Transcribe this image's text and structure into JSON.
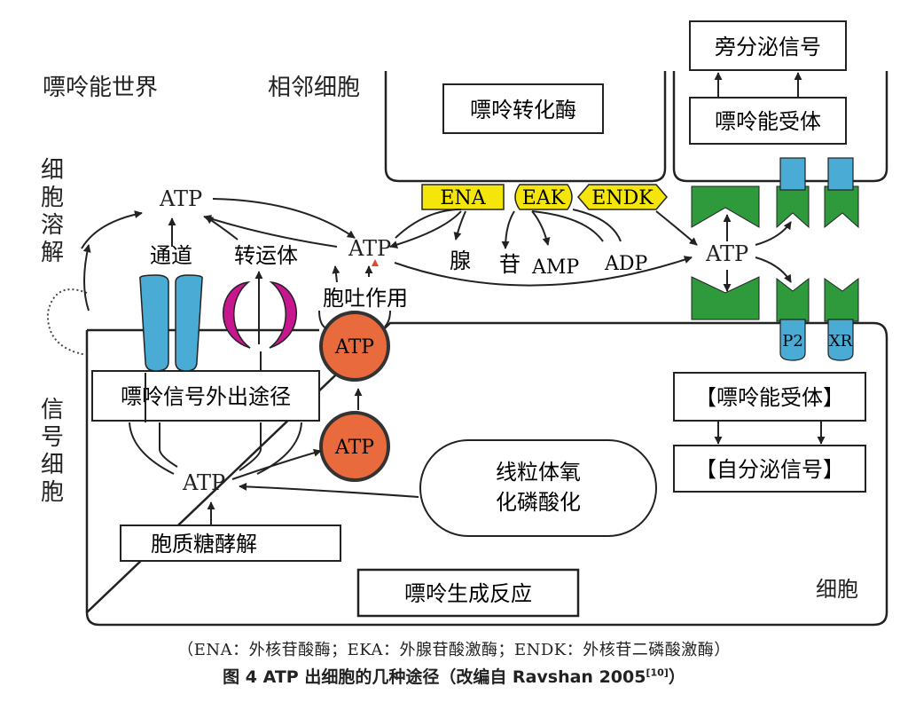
{
  "regions": {
    "purinergic_world": "嘌呤能世界",
    "neighbor_cell": "相邻细胞",
    "lysis_chars": [
      "细",
      "胞",
      "溶",
      "解"
    ],
    "signal_cell_chars": [
      "信",
      "号",
      "细",
      "胞"
    ],
    "cell": "细胞"
  },
  "boxes": {
    "purine_converting_enzyme": "嘌呤转化酶",
    "paracrine_signal": "旁分泌信号",
    "purinergic_receptor_top": "嘌呤能受体",
    "export_pathway": "嘌呤信号外出途径",
    "receptor_bracket": "【嘌呤能受体】",
    "autocrine_signal": "【自分泌信号】",
    "glycolysis": "胞质糖酵解",
    "purine_generation": "嘌呤生成反应",
    "oxphos": [
      "线粒体氧",
      "化磷酸化"
    ]
  },
  "labels": {
    "atp": "ATP",
    "channel": "通道",
    "transporter": "转运体",
    "exocytosis": "胞吐作用",
    "adenosine": "腺",
    "nucleoside": "苷",
    "amp": "AMP",
    "adp": "ADP",
    "p2": "P2",
    "xr": "XR"
  },
  "enzymes": {
    "ena": "ENA",
    "eak": "EAK",
    "endk": "ENDK"
  },
  "colors": {
    "channel_blue": "#4aabd4",
    "transporter_magenta": "#c8168f",
    "vesicle_orange": "#e96a3c",
    "enzyme_yellow": "#f4e60a",
    "receptor_green": "#2f9a3c",
    "p2_blue": "#4aabd4"
  },
  "caption": {
    "abbr": "（ENA：外核苷酸酶；EKA：外腺苷酸激酶；ENDK：外核苷二磷酸激酶）",
    "title": "图 4 ATP 出细胞的几种途径（改编自 Ravshan 2005",
    "ref": "[10]",
    "close": "）"
  }
}
